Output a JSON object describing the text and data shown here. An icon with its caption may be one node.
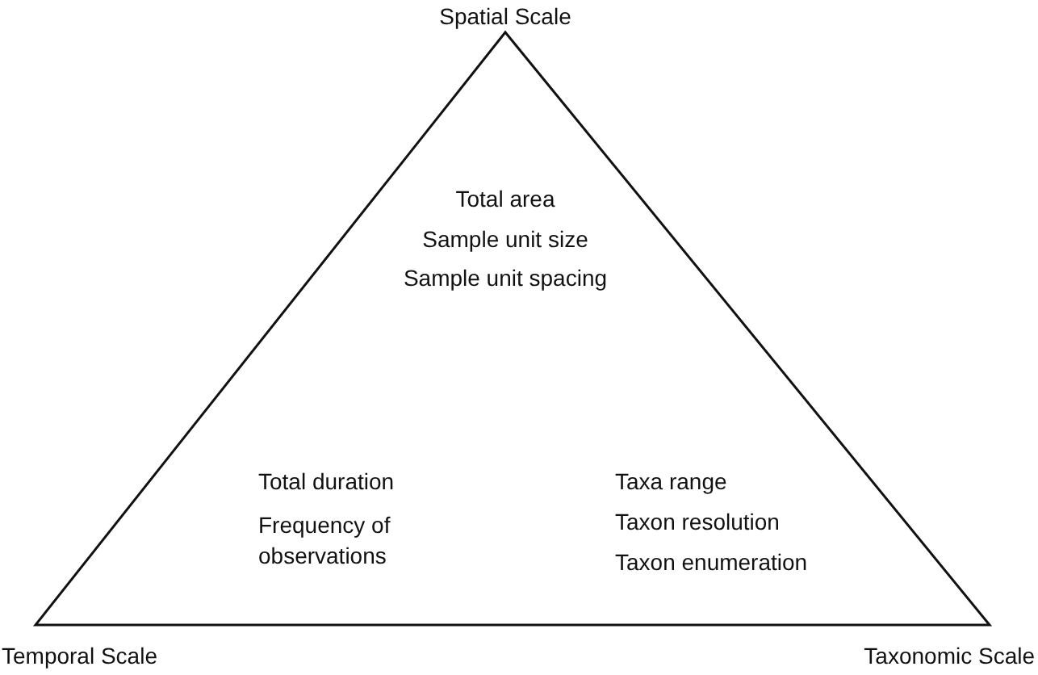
{
  "diagram": {
    "labels": [
      "Spatial Scale",
      "Total area",
      "Sample unit size",
      "Sample unit spacing",
      "Total duration",
      "Frequency of observations",
      "Taxa range",
      "Taxon resolution",
      "Taxon enumeration",
      "Temporal Scale",
      "Taxonomic Scale"
    ]
  }
}
